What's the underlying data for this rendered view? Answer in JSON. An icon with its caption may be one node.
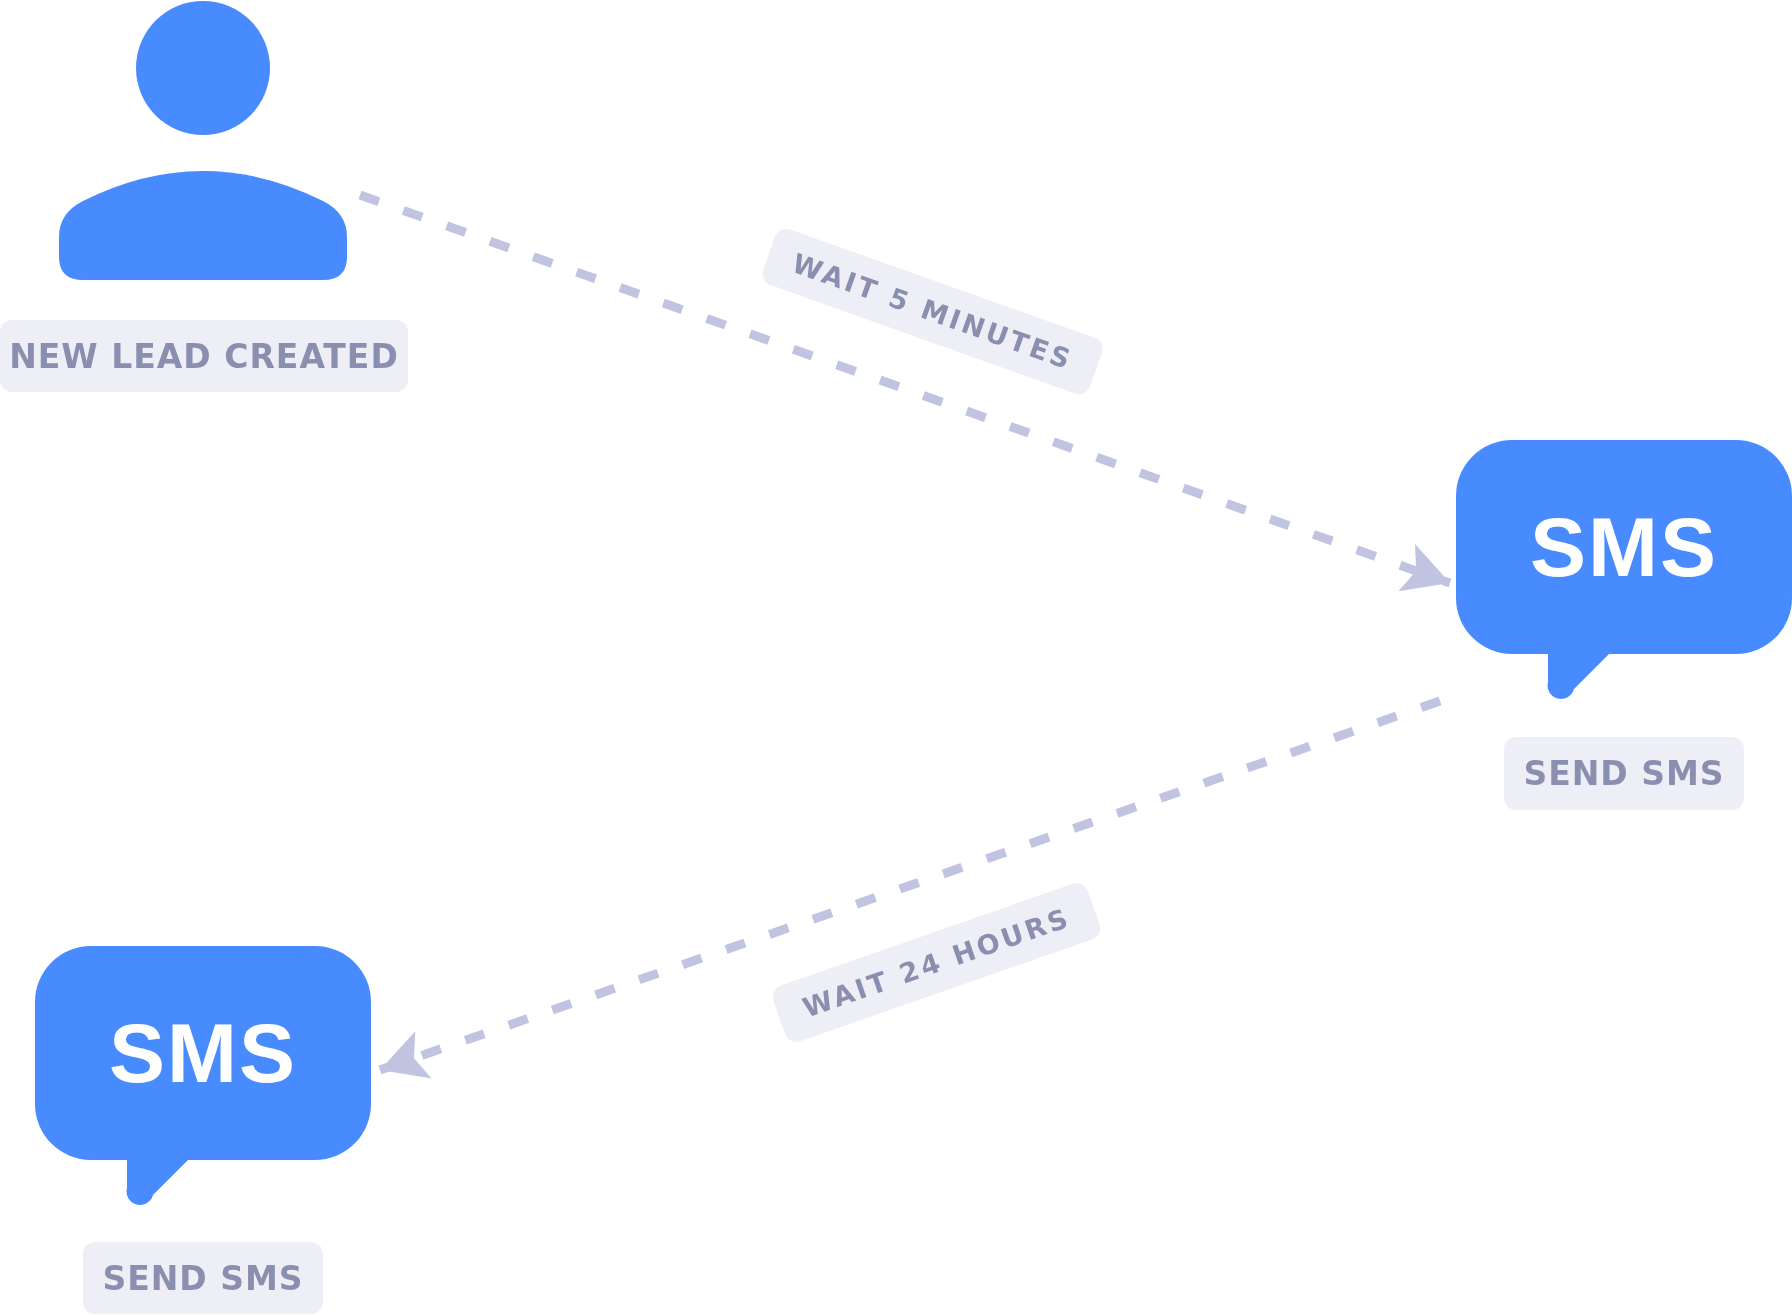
{
  "diagram": {
    "nodes": [
      {
        "text": [],
        "shape": "person",
        "beside": [
          "NEW LEAD CREATED"
        ]
      },
      {
        "text": [
          "SMS"
        ],
        "beside": [
          "SEND SMS"
        ]
      },
      {
        "text": [
          "SMS"
        ],
        "beside": [
          "SEND SMS"
        ]
      }
    ],
    "edges": [
      {
        "from": 0,
        "to": 1,
        "arrow": "to",
        "style": "dashed",
        "label": "WAIT 5 MINUTES"
      },
      {
        "from": 1,
        "to": 2,
        "arrow": "to",
        "style": "dashed",
        "label": "WAIT 24 HOURS"
      }
    ]
  }
}
